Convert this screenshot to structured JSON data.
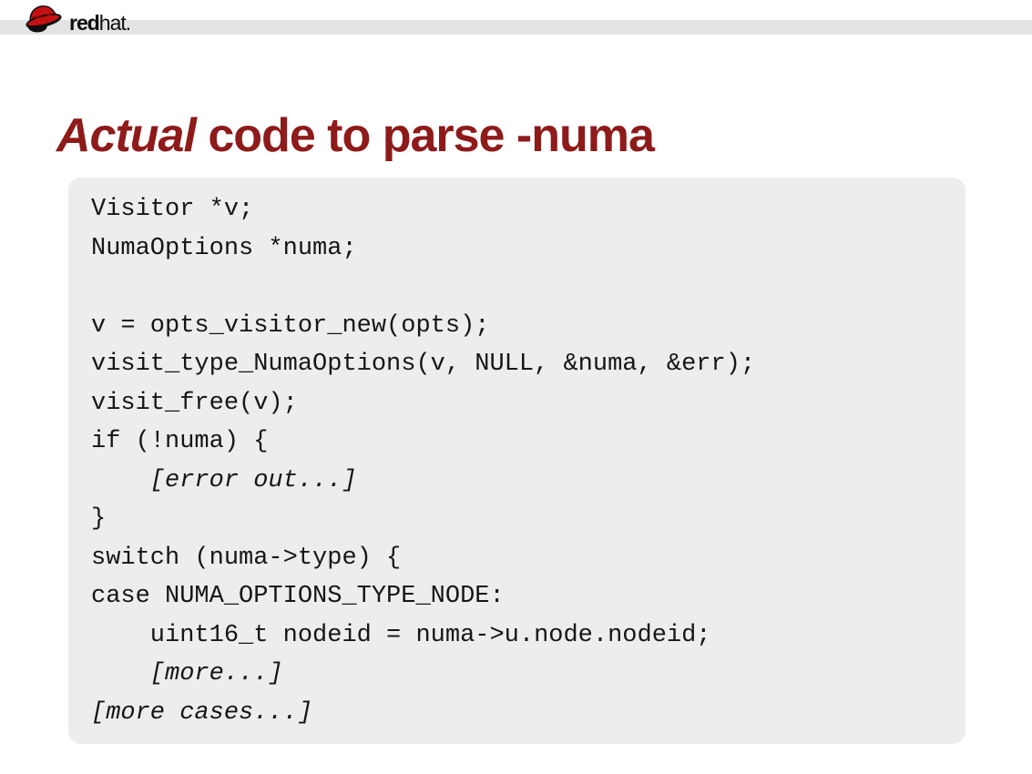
{
  "logo": {
    "hat_icon": "redhat-fedora",
    "brand_bold": "red",
    "brand_regular": "hat."
  },
  "title": {
    "emphasis": "Actual",
    "rest": " code to parse -numa"
  },
  "code": {
    "lines": [
      {
        "text": "Visitor *v;",
        "italic": false
      },
      {
        "text": "NumaOptions *numa;",
        "italic": false
      },
      {
        "text": "",
        "italic": false
      },
      {
        "text": "v = opts_visitor_new(opts);",
        "italic": false
      },
      {
        "text": "visit_type_NumaOptions(v, NULL, &numa, &err);",
        "italic": false
      },
      {
        "text": "visit_free(v);",
        "italic": false
      },
      {
        "text": "if (!numa) {",
        "italic": false
      },
      {
        "text": "    [error out...]",
        "italic": true
      },
      {
        "text": "}",
        "italic": false
      },
      {
        "text": "switch (numa->type) {",
        "italic": false
      },
      {
        "text": "case NUMA_OPTIONS_TYPE_NODE:",
        "italic": false
      },
      {
        "text": "    uint16_t nodeid = numa->u.node.nodeid;",
        "italic": false
      },
      {
        "text": "    [more...]",
        "italic": true
      },
      {
        "text": "[more cases...]",
        "italic": true
      }
    ]
  },
  "colors": {
    "title_red": "#8e1a1a",
    "logo_red": "#c41111",
    "band_gray": "#e3e3e3",
    "code_bg": "#ededed",
    "code_text": "#161616"
  }
}
